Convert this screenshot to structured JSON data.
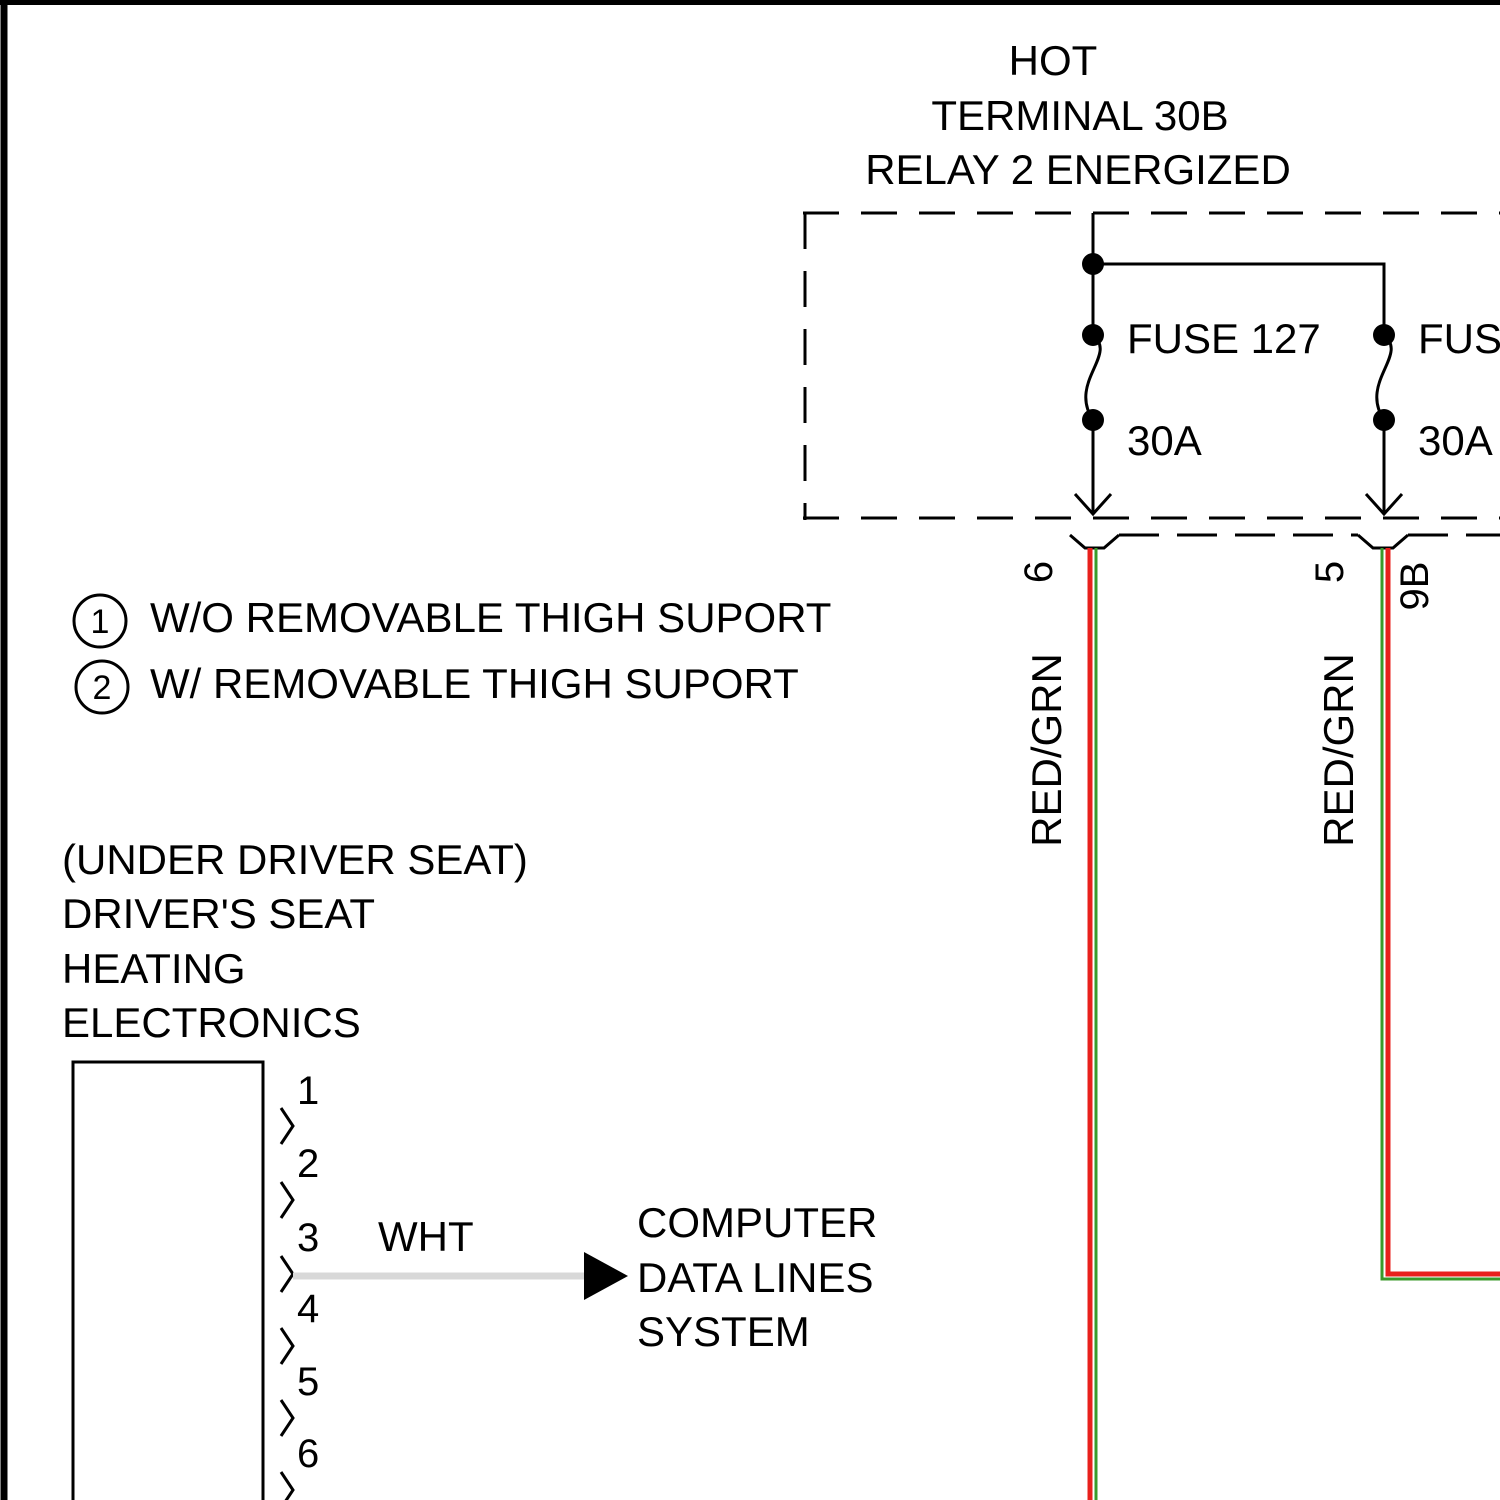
{
  "header": {
    "line1": "HOT",
    "line2": "TERMINAL 30B",
    "line3": "RELAY 2 ENERGIZED"
  },
  "fuses": [
    {
      "name": "FUSE 127",
      "rating": "30A",
      "pin": "6",
      "wire_color": "RED/GRN"
    },
    {
      "name": "FUSE",
      "rating": "30A",
      "pin": "5",
      "wire_color": "RED/GRN"
    }
  ],
  "connector_id": "9B",
  "legend": [
    {
      "number": "1",
      "text": "W/O REMOVABLE THIGH SUPORT"
    },
    {
      "number": "2",
      "text": "W/ REMOVABLE THIGH SUPORT"
    }
  ],
  "module": {
    "line1": "(UNDER DRIVER SEAT)",
    "line2": "DRIVER'S SEAT",
    "line3": "HEATING",
    "line4": "ELECTRONICS",
    "pins": [
      "1",
      "2",
      "3",
      "4",
      "5",
      "6"
    ]
  },
  "data_line": {
    "wire_color": "WHT",
    "dest_line1": "COMPUTER",
    "dest_line2": "DATA LINES",
    "dest_line3": "SYSTEM"
  },
  "colors": {
    "red": "#e8201c",
    "green": "#3a9a2a",
    "white_wire": "#d8d8d8",
    "line": "#000000"
  }
}
